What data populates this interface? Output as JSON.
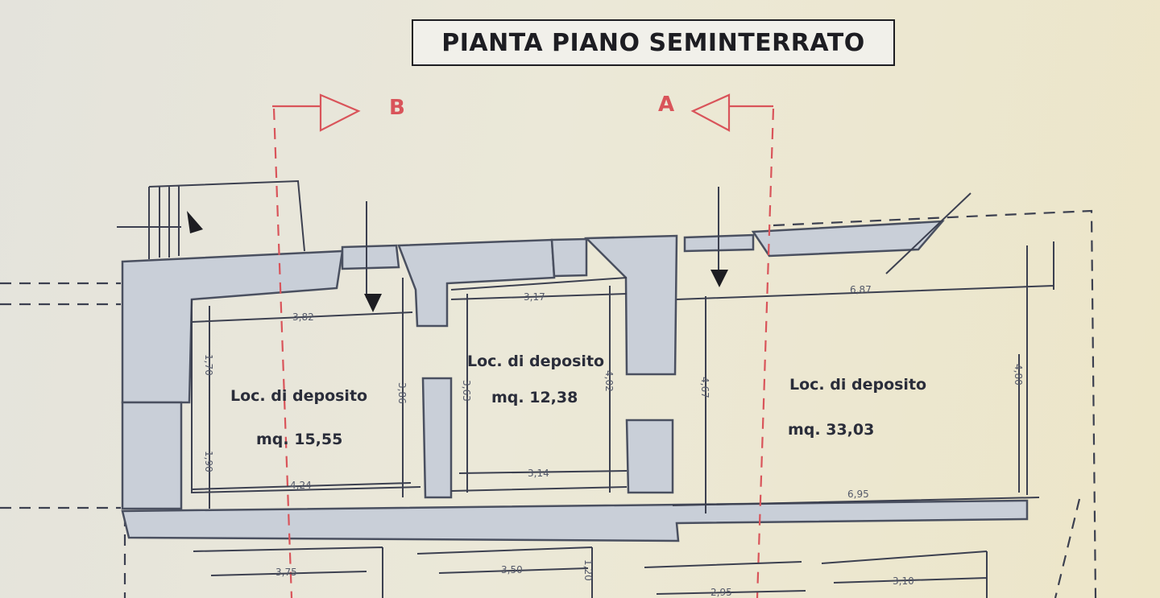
{
  "title": "PIANTA PIANO SEMINTERRATO",
  "section_markers": {
    "left": "B",
    "right": "A"
  },
  "rooms": [
    {
      "name": "Loc. di deposito",
      "area": "mq. 15,55"
    },
    {
      "name": "Loc. di deposito",
      "area": "mq. 12,38"
    },
    {
      "name": "Loc. di deposito",
      "area": "mq. 33,03"
    }
  ],
  "dimensions": {
    "room1_top": "3,82",
    "room1_bottom": "4,24",
    "room1_left_upper": "1,70",
    "room1_left_lower": "1,90",
    "room1_right": "3,86",
    "room2_top": "3,17",
    "room2_bottom": "3,14",
    "room2_left": "3,63",
    "room2_right": "4,02",
    "room3_top": "6,87",
    "room3_bottom": "6,95",
    "room3_left": "4,67",
    "room3_right": "4,80",
    "lower_1": "3,75",
    "lower_2": "3,50",
    "lower_2_side": "1,20",
    "lower_3": "2,95",
    "lower_4": "3,10"
  },
  "colors": {
    "wall": "#c9cfd8",
    "section_line": "#d9545a",
    "text": "#2a2d3a"
  }
}
